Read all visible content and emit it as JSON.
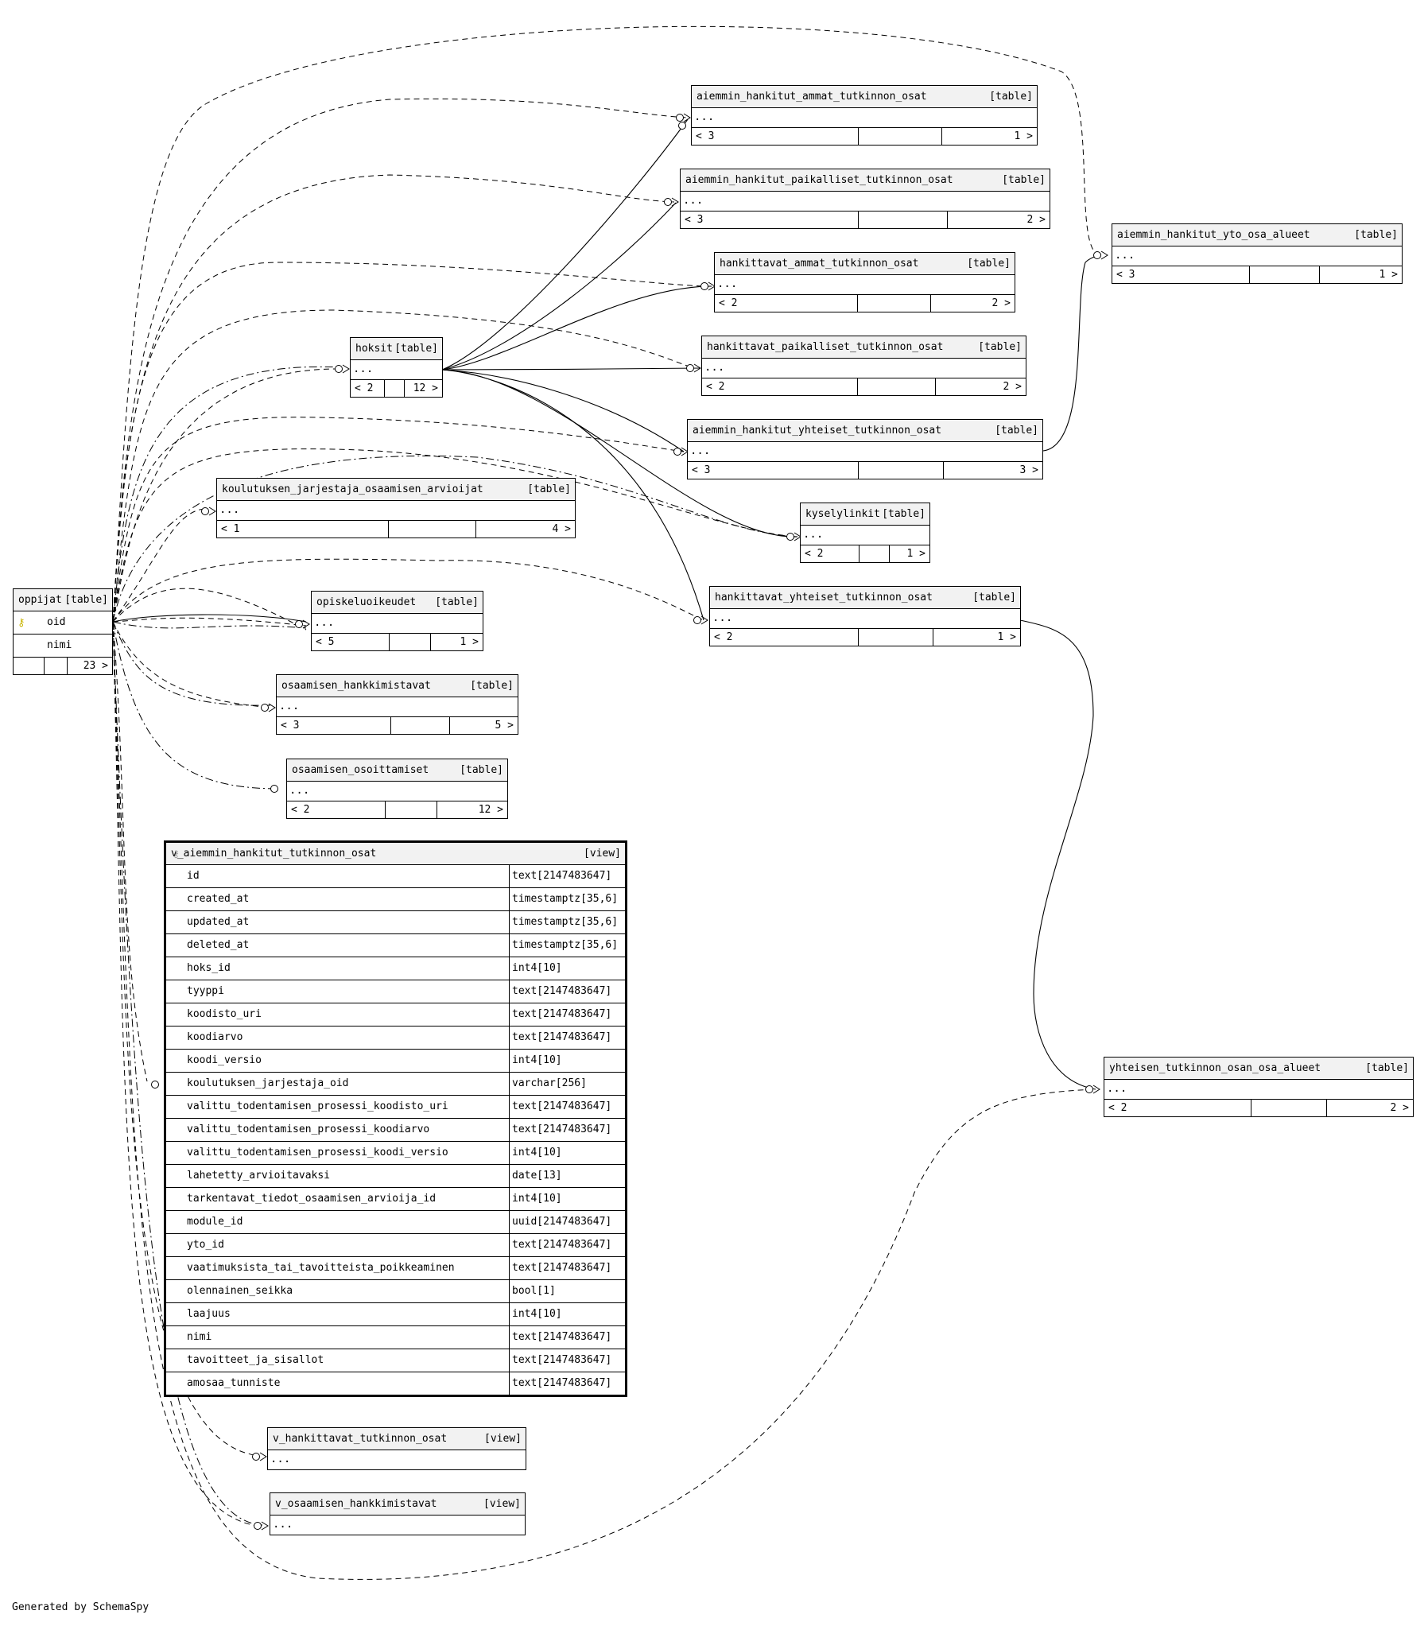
{
  "tables": {
    "oppijat": {
      "name": "oppijat",
      "kind": "[table]",
      "columns": [
        "oid",
        "nimi"
      ],
      "foot": [
        "",
        "",
        "23 >"
      ]
    },
    "hoksit": {
      "name": "hoksit",
      "kind": "[table]",
      "body": "...",
      "foot": [
        "< 2",
        "",
        "12 >"
      ]
    },
    "aiemmin_hankitut_ammat_tutkinnon_osat": {
      "name": "aiemmin_hankitut_ammat_tutkinnon_osat",
      "kind": "[table]",
      "body": "...",
      "foot": [
        "< 3",
        "",
        "1 >"
      ]
    },
    "aiemmin_hankitut_paikalliset_tutkinnon_osat": {
      "name": "aiemmin_hankitut_paikalliset_tutkinnon_osat",
      "kind": "[table]",
      "body": "...",
      "foot": [
        "< 3",
        "",
        "2 >"
      ]
    },
    "hankittavat_ammat_tutkinnon_osat": {
      "name": "hankittavat_ammat_tutkinnon_osat",
      "kind": "[table]",
      "body": "...",
      "foot": [
        "< 2",
        "",
        "2 >"
      ]
    },
    "hankittavat_paikalliset_tutkinnon_osat": {
      "name": "hankittavat_paikalliset_tutkinnon_osat",
      "kind": "[table]",
      "body": "...",
      "foot": [
        "< 2",
        "",
        "2 >"
      ]
    },
    "aiemmin_hankitut_yhteiset_tutkinnon_osat": {
      "name": "aiemmin_hankitut_yhteiset_tutkinnon_osat",
      "kind": "[table]",
      "body": "...",
      "foot": [
        "< 3",
        "",
        "3 >"
      ]
    },
    "kyselylinkit": {
      "name": "kyselylinkit",
      "kind": "[table]",
      "body": "...",
      "foot": [
        "< 2",
        "",
        "1 >"
      ]
    },
    "hankittavat_yhteiset_tutkinnon_osat": {
      "name": "hankittavat_yhteiset_tutkinnon_osat",
      "kind": "[table]",
      "body": "...",
      "foot": [
        "< 2",
        "",
        "1 >"
      ]
    },
    "aiemmin_hankitut_yto_osa_alueet": {
      "name": "aiemmin_hankitut_yto_osa_alueet",
      "kind": "[table]",
      "body": "...",
      "foot": [
        "< 3",
        "",
        "1 >"
      ]
    },
    "yhteisen_tutkinnon_osan_osa_alueet": {
      "name": "yhteisen_tutkinnon_osan_osa_alueet",
      "kind": "[table]",
      "body": "...",
      "foot": [
        "< 2",
        "",
        "2 >"
      ]
    },
    "koulutuksen_jarjestaja_osaamisen_arvioijat": {
      "name": "koulutuksen_jarjestaja_osaamisen_arvioijat",
      "kind": "[table]",
      "body": "...",
      "foot": [
        "< 1",
        "",
        "4 >"
      ]
    },
    "opiskeluoikeudet": {
      "name": "opiskeluoikeudet",
      "kind": "[table]",
      "body": "...",
      "foot": [
        "< 5",
        "",
        "1 >"
      ]
    },
    "osaamisen_hankkimistavat": {
      "name": "osaamisen_hankkimistavat",
      "kind": "[table]",
      "body": "...",
      "foot": [
        "< 3",
        "",
        "5 >"
      ]
    },
    "osaamisen_osoittamiset": {
      "name": "osaamisen_osoittamiset",
      "kind": "[table]",
      "body": "...",
      "foot": [
        "< 2",
        "",
        "12 >"
      ]
    },
    "v_hankittavat_tutkinnon_osat": {
      "name": "v_hankittavat_tutkinnon_osat",
      "kind": "[view]",
      "body": "..."
    },
    "v_osaamisen_hankkimistavat": {
      "name": "v_osaamisen_hankkimistavat",
      "kind": "[view]",
      "body": "..."
    }
  },
  "main_view": {
    "name": "v_aiemmin_hankitut_tutkinnon_osat",
    "kind": "[view]",
    "columns": [
      {
        "name": "id",
        "type": "text[2147483647]"
      },
      {
        "name": "created_at",
        "type": "timestamptz[35,6]"
      },
      {
        "name": "updated_at",
        "type": "timestamptz[35,6]"
      },
      {
        "name": "deleted_at",
        "type": "timestamptz[35,6]"
      },
      {
        "name": "hoks_id",
        "type": "int4[10]"
      },
      {
        "name": "tyyppi",
        "type": "text[2147483647]"
      },
      {
        "name": "koodisto_uri",
        "type": "text[2147483647]"
      },
      {
        "name": "koodiarvo",
        "type": "text[2147483647]"
      },
      {
        "name": "koodi_versio",
        "type": "int4[10]"
      },
      {
        "name": "koulutuksen_jarjestaja_oid",
        "type": "varchar[256]",
        "fk": true
      },
      {
        "name": "valittu_todentamisen_prosessi_koodisto_uri",
        "type": "text[2147483647]"
      },
      {
        "name": "valittu_todentamisen_prosessi_koodiarvo",
        "type": "text[2147483647]"
      },
      {
        "name": "valittu_todentamisen_prosessi_koodi_versio",
        "type": "int4[10]"
      },
      {
        "name": "lahetetty_arvioitavaksi",
        "type": "date[13]"
      },
      {
        "name": "tarkentavat_tiedot_osaamisen_arvioija_id",
        "type": "int4[10]"
      },
      {
        "name": "module_id",
        "type": "uuid[2147483647]"
      },
      {
        "name": "yto_id",
        "type": "text[2147483647]"
      },
      {
        "name": "vaatimuksista_tai_tavoitteista_poikkeaminen",
        "type": "text[2147483647]"
      },
      {
        "name": "olennainen_seikka",
        "type": "bool[1]"
      },
      {
        "name": "laajuus",
        "type": "int4[10]"
      },
      {
        "name": "nimi",
        "type": "text[2147483647]"
      },
      {
        "name": "tavoitteet_ja_sisallot",
        "type": "text[2147483647]"
      },
      {
        "name": "amosaa_tunniste",
        "type": "text[2147483647]"
      }
    ]
  },
  "footer": "Generated by SchemaSpy"
}
